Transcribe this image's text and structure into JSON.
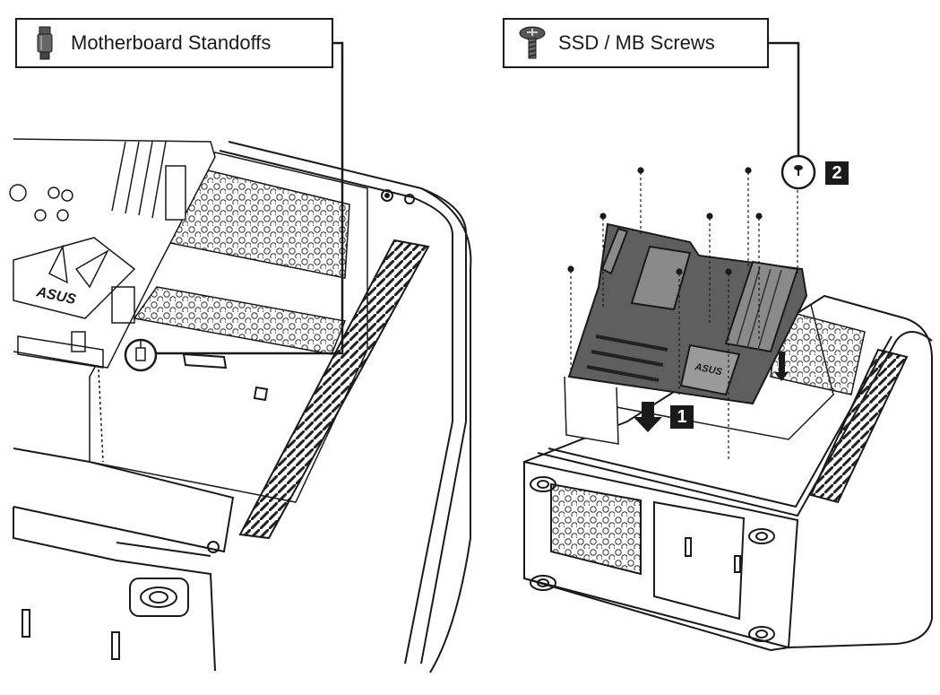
{
  "callouts": {
    "standoffs": {
      "label": "Motherboard Standoffs",
      "icon": "standoff-icon"
    },
    "screws": {
      "label": "SSD / MB Screws",
      "icon": "screw-icon"
    }
  },
  "steps": {
    "step1": "1",
    "step2": "2"
  },
  "board_brand": {
    "left": "ASUS",
    "right": "ASUS"
  },
  "colors": {
    "line": "#1a1a1a",
    "board": "#5f5f5f",
    "mesh": "#cfcfcf",
    "background": "#ffffff"
  }
}
